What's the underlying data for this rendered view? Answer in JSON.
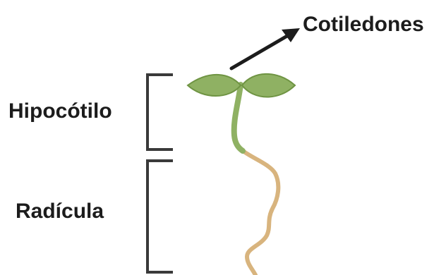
{
  "labels": {
    "cotyledons": "Cotiledones",
    "hypocotyl": "Hipocótilo",
    "radicle": "Radícula"
  },
  "colors": {
    "text": "#1c1c1c",
    "bracket": "#3a3a3a",
    "arrow": "#1c1c1c",
    "leaf_fill": "#8fb163",
    "leaf_stroke": "#6f9443",
    "stem": "#8fb163",
    "root": "#d8b47e"
  }
}
